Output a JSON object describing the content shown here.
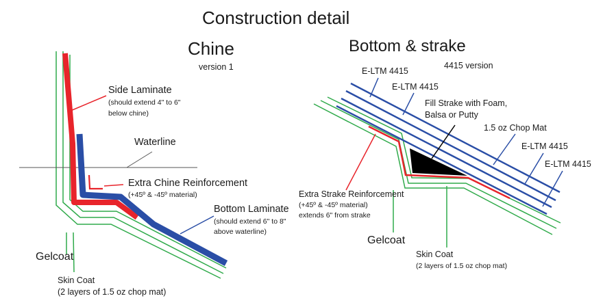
{
  "title": "Construction detail",
  "chine": {
    "heading": "Chine",
    "version": "version 1",
    "side_laminate": "Side Laminate",
    "side_laminate_note_1": "(should extend 4\" to 6\"",
    "side_laminate_note_2": "below chine)",
    "waterline": "Waterline",
    "extra_chine": "Extra Chine Reinforcement",
    "extra_chine_note": "(+45º & -45º material)",
    "bottom_laminate": "Bottom Laminate",
    "bottom_laminate_note_1": "(should extend 6\" to 8\"",
    "bottom_laminate_note_2": "above waterline)",
    "gelcoat": "Gelcoat",
    "skin_coat": "Skin Coat",
    "skin_coat_note": "(2 layers of 1.5 oz chop mat)"
  },
  "strake": {
    "heading": "Bottom & strake",
    "version": "4415 version",
    "eltm_1": "E-LTM 4415",
    "eltm_2": "E-LTM 4415",
    "fill_strake_1": "Fill Strake with Foam,",
    "fill_strake_2": "Balsa or Putty",
    "chop_mat": "1.5 oz Chop Mat",
    "eltm_3": "E-LTM 4415",
    "eltm_4": "E-LTM 4415",
    "extra_strake": "Extra Strake Reinforcement",
    "extra_strake_note_1": "(+45º & -45º material)",
    "extra_strake_note_2": "extends 6\" from strake",
    "gelcoat": "Gelcoat",
    "skin_coat": "Skin Coat",
    "skin_coat_note": "(2 layers of 1.5 oz chop mat)"
  },
  "colors": {
    "red_laminate": "#e8242b",
    "blue_laminate": "#2a4ea6",
    "green_coat": "#2faa4a",
    "leader": "#555555",
    "fill": "#000000"
  }
}
